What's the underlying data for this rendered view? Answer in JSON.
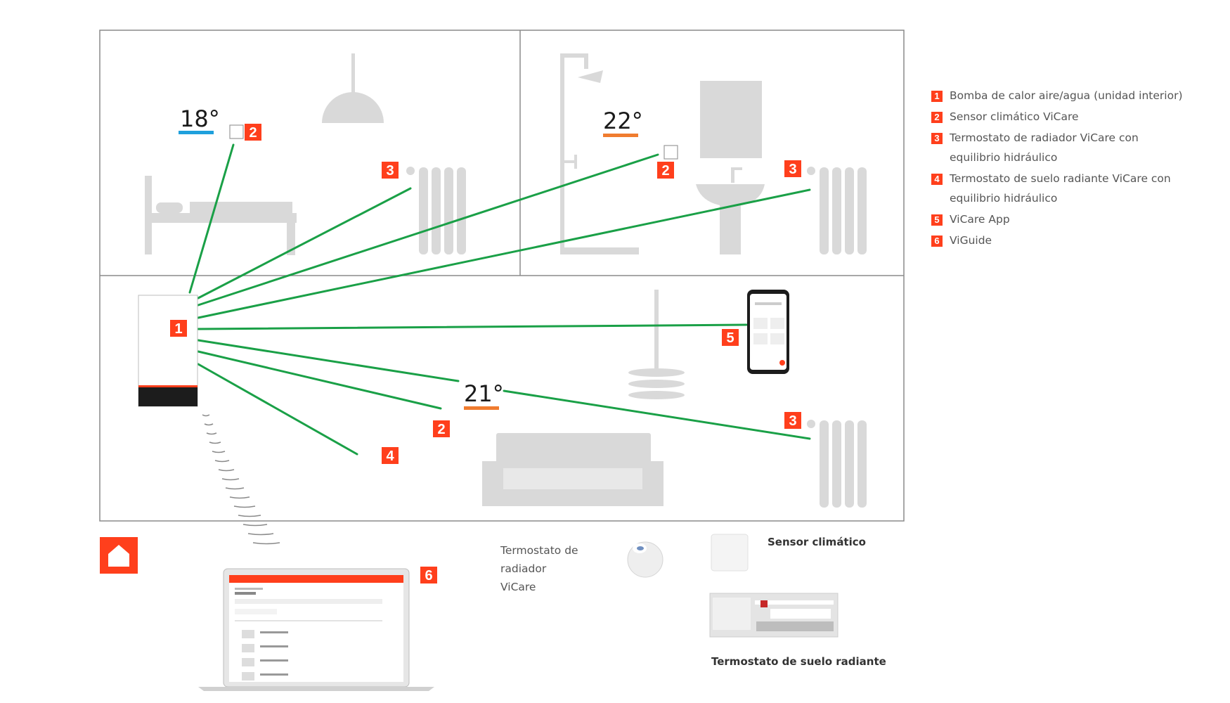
{
  "rooms": {
    "bedroom": {
      "temperature": "18°",
      "temp_color": "#1fa0dc"
    },
    "bathroom": {
      "temperature": "22°",
      "temp_color": "#f07c2f"
    },
    "living": {
      "temperature": "21°",
      "temp_color": "#f07c2f"
    }
  },
  "badges": {
    "heat_pump": "1",
    "bedroom_sensor": "2",
    "bedroom_radiator": "3",
    "bathroom_sensor": "2",
    "bathroom_radiator": "3",
    "app": "5",
    "living_sensor": "2",
    "living_radiator": "3",
    "floor_thermostat": "4",
    "viguide": "6"
  },
  "legend": {
    "items": [
      {
        "num": "1",
        "label": "Bomba de calor aire/agua (unidad interior)"
      },
      {
        "num": "2",
        "label": "Sensor climático ViCare"
      },
      {
        "num": "3",
        "label": "Termostato de radiador ViCare con equilibrio hidráulico"
      },
      {
        "num": "4",
        "label": "Termostato de suelo radiante ViCare con equilibrio hidráulico"
      },
      {
        "num": "5",
        "label": "ViCare App"
      },
      {
        "num": "6",
        "label": "ViGuide"
      }
    ]
  },
  "products": {
    "radiator_thermostat": "Termostato de radiador ViCare",
    "climate_sensor": "Sensor climático",
    "floor_thermostat": "Termostato de suelo radiante"
  },
  "colors": {
    "accent": "#ff3f1c",
    "line": "#1aa047",
    "furniture": "#d9d9d9",
    "wall": "#8a8a8a"
  }
}
